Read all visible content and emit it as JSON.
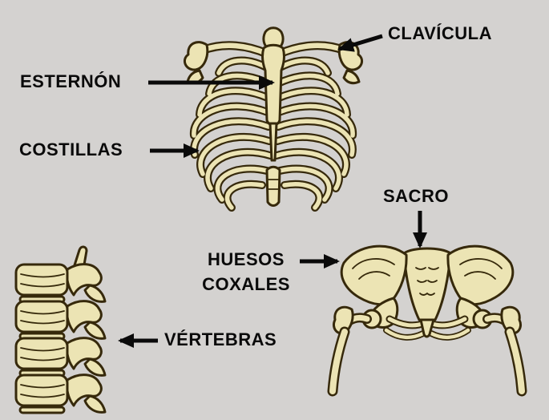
{
  "colors": {
    "background": "#d4d2d0",
    "bone_fill": "#ece4b4",
    "bone_outline": "#36290b",
    "label_color": "#0a0a0a",
    "arrow_color": "#0a0a0a"
  },
  "labels": {
    "clavicula": "CLAVÍCULA",
    "esternon": "ESTERNÓN",
    "costillas": "COSTILLAS",
    "sacro": "SACRO",
    "huesos_coxales": {
      "line1": "HUESOS",
      "line2": "COXALES"
    },
    "vertebras": "VÉRTEBRAS"
  }
}
